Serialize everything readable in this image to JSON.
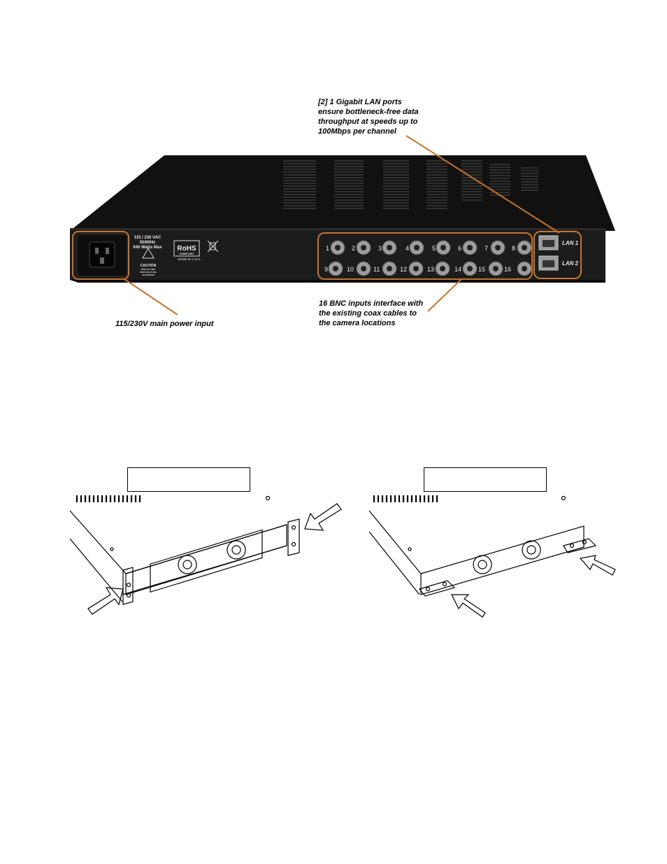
{
  "callouts": {
    "lan": [
      "[2] 1 Gigabit LAN ports",
      "ensure bottleneck-free  data",
      "throughput at speeds up to",
      "100Mbps per channel"
    ],
    "power": "115/230V main power input",
    "bnc": [
      "16 BNC  inputs interface with",
      "the existing coax cables to",
      "the camera locations"
    ]
  },
  "panel": {
    "power_rating": [
      "115 / 230 VAC",
      "50/60Hz",
      "640 Watts Max"
    ],
    "caution": [
      "CAUTION",
      "RISK OF FIRE",
      "REPLACE FUSE",
      "AS MARKED"
    ],
    "rohs": "RoHS",
    "rohs_sub": "COMPLIANT",
    "made_in": "MADE IN U.S.A.",
    "bnc_top": [
      "1",
      "2",
      "3",
      "4",
      "5",
      "6",
      "7",
      "8"
    ],
    "bnc_bottom": [
      "9",
      "10",
      "11",
      "12",
      "13",
      "14",
      "15",
      "16"
    ],
    "lan_labels": [
      "LAN 1",
      "LAN 2"
    ]
  },
  "colors": {
    "callout_line": "#c8742a",
    "chassis": "#161616",
    "panel": "#1d1d1d"
  },
  "diagrams": [
    {
      "label": ""
    },
    {
      "label": ""
    }
  ]
}
